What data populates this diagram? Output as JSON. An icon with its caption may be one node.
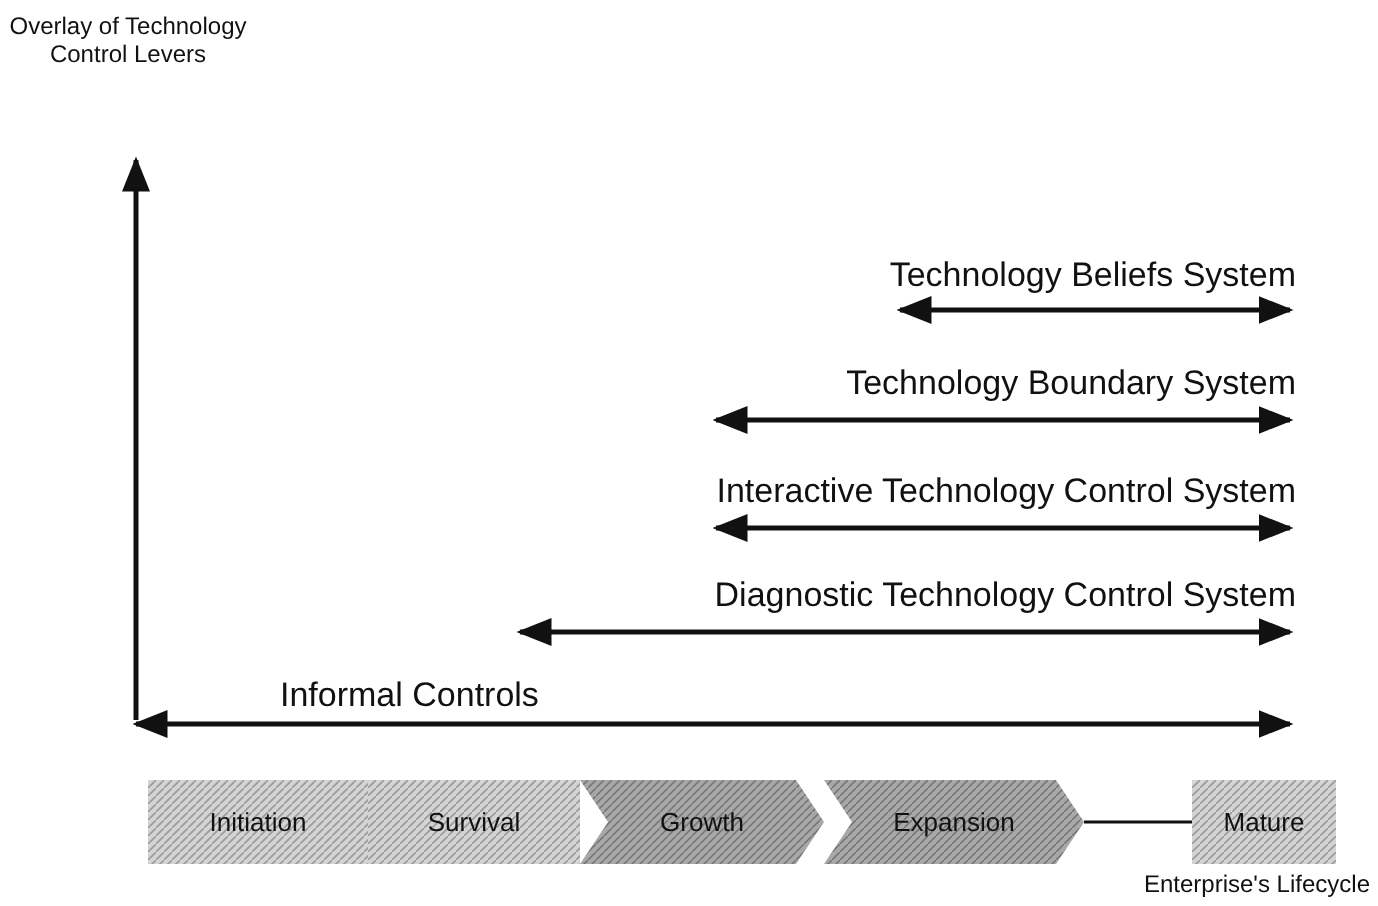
{
  "diagram": {
    "nodes": [
      {
        "text": [
          "Initiation"
        ]
      },
      {
        "text": [
          "Survival"
        ]
      },
      {
        "text": [
          "Growth"
        ]
      },
      {
        "text": [
          "Expansion"
        ]
      },
      {
        "text": [
          "Mature"
        ]
      }
    ],
    "edges": [
      {
        "from": 3,
        "to": 4,
        "arrow": "none"
      }
    ],
    "labels": [
      "Overlay of Technology Control Levers",
      "Technology Beliefs System",
      "Technology Boundary System",
      "Interactive Technology Control System",
      "Diagnostic Technology Control System",
      "Informal Controls",
      "Enterprise's Lifecycle"
    ]
  }
}
